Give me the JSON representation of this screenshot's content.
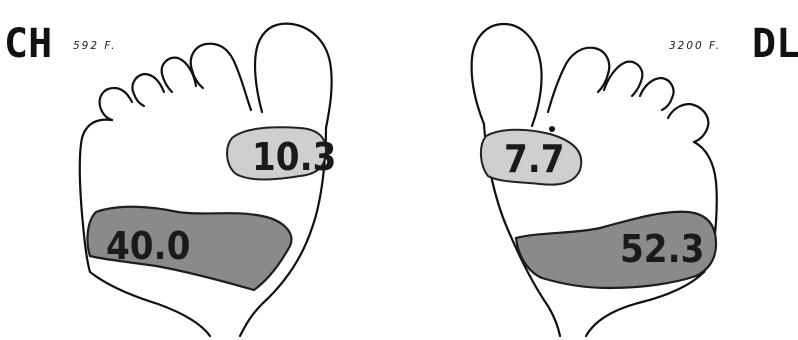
{
  "left_foot": {
    "subject_code": "CH",
    "force": "592 F.",
    "forefoot_value": "10.3",
    "heel_value": "40.0"
  },
  "right_foot": {
    "subject_code": "DL",
    "force": "3200 F.",
    "forefoot_value": "7.7",
    "heel_value": "52.3"
  },
  "colors": {
    "light_zone": "#cfcfcf",
    "dark_zone": "#8a8a8a",
    "outline": "#111111"
  }
}
